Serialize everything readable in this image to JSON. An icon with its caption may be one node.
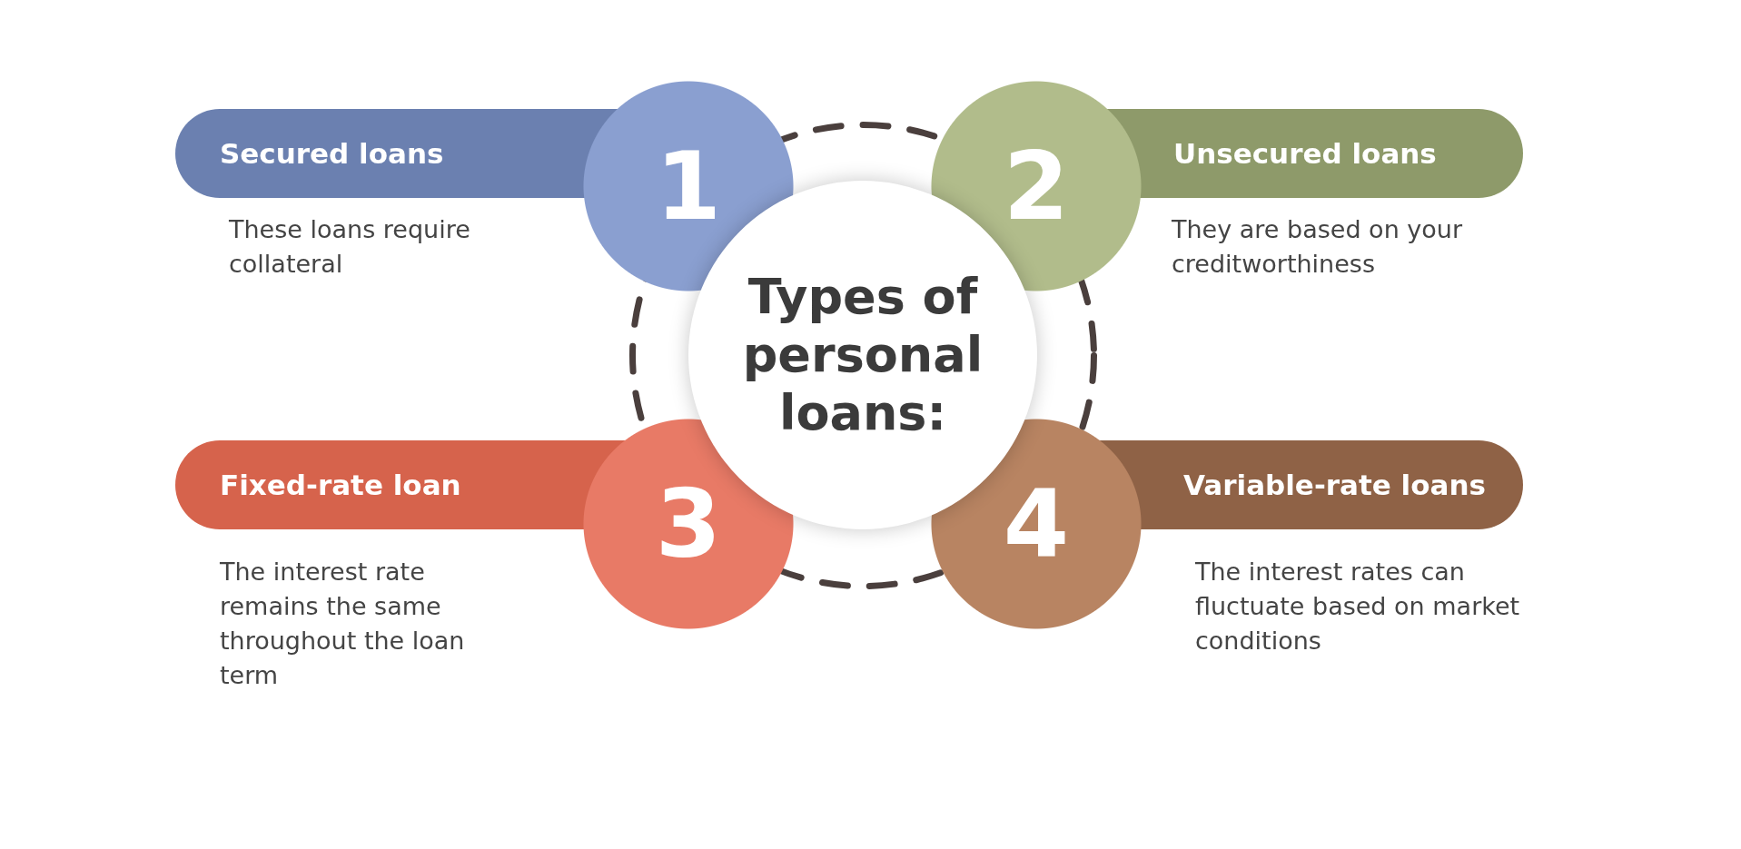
{
  "diagram": {
    "nodes": [
      {
        "text": [
          "Secured loans"
        ],
        "beside": [
          "These loans require collateral"
        ]
      },
      {
        "text": [
          "1"
        ]
      },
      {
        "text": [
          "2"
        ]
      },
      {
        "text": [
          "Unsecured loans"
        ],
        "beside": [
          "They are based on your creditworthiness"
        ]
      },
      {
        "text": [
          "Types of personal loans:"
        ]
      },
      {
        "text": [
          "Fixed-rate loan"
        ],
        "beside": [
          "The interest rate remains the same throughout the loan term"
        ]
      },
      {
        "text": [
          "3"
        ]
      },
      {
        "text": [
          "4"
        ]
      },
      {
        "text": [
          "Variable-rate loans"
        ],
        "beside": [
          "The interest rates can fluctuate based on market conditions"
        ]
      }
    ]
  }
}
